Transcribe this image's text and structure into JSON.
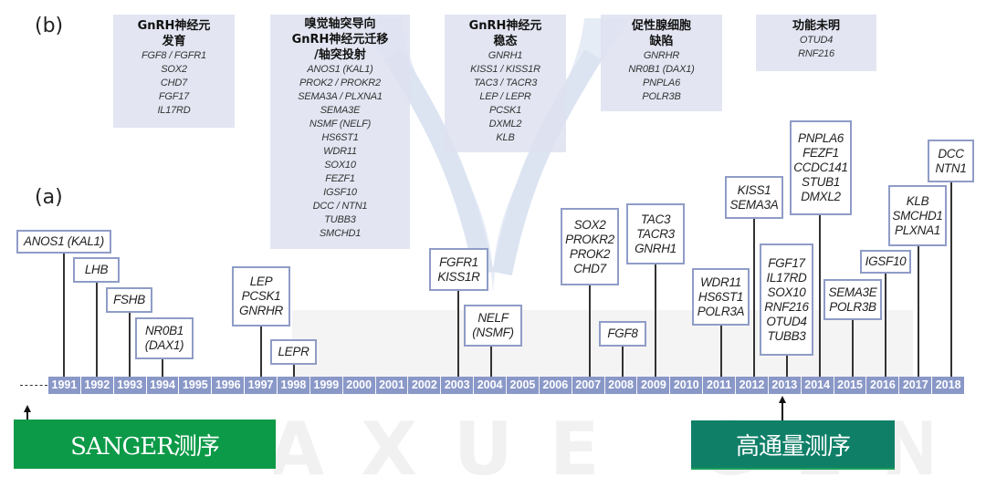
{
  "panels": {
    "b_label": "(b)",
    "a_label": "(a)"
  },
  "categories": [
    {
      "title": "GnRH神经元\n发育",
      "genes": [
        "FGF8 / FGFR1",
        "SOX2",
        "CHD7",
        "FGF17",
        "IL17RD"
      ]
    },
    {
      "title": "嗅觉轴突导向\nGnRH神经元迁移\n/轴突投射",
      "genes": [
        "ANOS1 (KAL1)",
        "PROK2 / PROKR2",
        "SEMA3A / PLXNA1",
        "SEMA3E",
        "NSMF (NELF)",
        "HS6ST1",
        "WDR11",
        "SOX10",
        "FEZF1",
        "IGSF10",
        "DCC / NTN1",
        "TUBB3",
        "SMCHD1"
      ]
    },
    {
      "title": "GnRH神经元\n稳态",
      "genes": [
        "GNRH1",
        "KISS1 / KISS1R",
        "TAC3 / TACR3",
        "LEP / LEPR",
        "PCSK1",
        "DXML2",
        "KLB"
      ]
    },
    {
      "title": "促性腺细胞\n缺陷",
      "genes": [
        "GNRHR",
        "NR0B1 (DAX1)",
        "PNPLA6",
        "POLR3B"
      ]
    },
    {
      "title": "功能未明",
      "genes": [
        "OTUD4",
        "RNF216"
      ]
    }
  ],
  "timeline": {
    "years": [
      "1991",
      "1992",
      "1993",
      "1994",
      "1995",
      "1996",
      "1997",
      "1998",
      "1999",
      "2000",
      "2001",
      "2002",
      "2003",
      "2004",
      "2005",
      "2006",
      "2007",
      "2008",
      "2009",
      "2010",
      "2011",
      "2012",
      "2013",
      "2014",
      "2015",
      "2016",
      "2017",
      "2018"
    ],
    "discoveries": [
      {
        "year": "1991",
        "genes": [
          "ANOS1 (KAL1)"
        ]
      },
      {
        "year": "1992",
        "genes": [
          "LHB"
        ]
      },
      {
        "year": "1993",
        "genes": [
          "FSHB"
        ]
      },
      {
        "year": "1994",
        "genes": [
          "NR0B1",
          "(DAX1)"
        ]
      },
      {
        "year": "1997",
        "genes": [
          "LEP",
          "PCSK1",
          "GNRHR"
        ]
      },
      {
        "year": "1998",
        "genes": [
          "LEPR"
        ]
      },
      {
        "year": "2003",
        "genes": [
          "FGFR1",
          "KISS1R"
        ]
      },
      {
        "year": "2004",
        "genes": [
          "NELF",
          "(NSMF)"
        ]
      },
      {
        "year": "2007",
        "genes": [
          "SOX2",
          "PROKR2",
          "PROK2",
          "CHD7"
        ]
      },
      {
        "year": "2008",
        "genes": [
          "FGF8"
        ]
      },
      {
        "year": "2009",
        "genes": [
          "TAC3",
          "TACR3",
          "GNRH1"
        ]
      },
      {
        "year": "2011",
        "genes": [
          "WDR11",
          "HS6ST1",
          "POLR3A"
        ]
      },
      {
        "year": "2012",
        "genes": [
          "KISS1",
          "SEMA3A"
        ]
      },
      {
        "year": "2013",
        "genes": [
          "FGF17",
          "IL17RD",
          "SOX10",
          "RNF216",
          "OTUD4",
          "TUBB3"
        ]
      },
      {
        "year": "2014",
        "genes": [
          "PNPLA6",
          "FEZF1",
          "CCDC141",
          "STUB1",
          "DMXL2"
        ]
      },
      {
        "year": "2015",
        "genes": [
          "SEMA3E",
          "POLR3B"
        ]
      },
      {
        "year": "2016",
        "genes": [
          "IGSF10"
        ]
      },
      {
        "year": "2017",
        "genes": [
          "KLB",
          "SMCHD1",
          "PLXNA1"
        ]
      },
      {
        "year": "2018",
        "genes": [
          "DCC",
          "NTN1"
        ]
      }
    ]
  },
  "sequencing": {
    "sanger": {
      "label": "SANGER测序",
      "color": "#0c9a48"
    },
    "ngs": {
      "label": "高通量测序",
      "color": "#0f7f68"
    }
  },
  "colors": {
    "year_cell": "#8a98c8",
    "box_border": "#8f9cc7",
    "category_bg": "#dee2f0"
  },
  "watermark": {
    "text": "JIAXUE GENE"
  }
}
